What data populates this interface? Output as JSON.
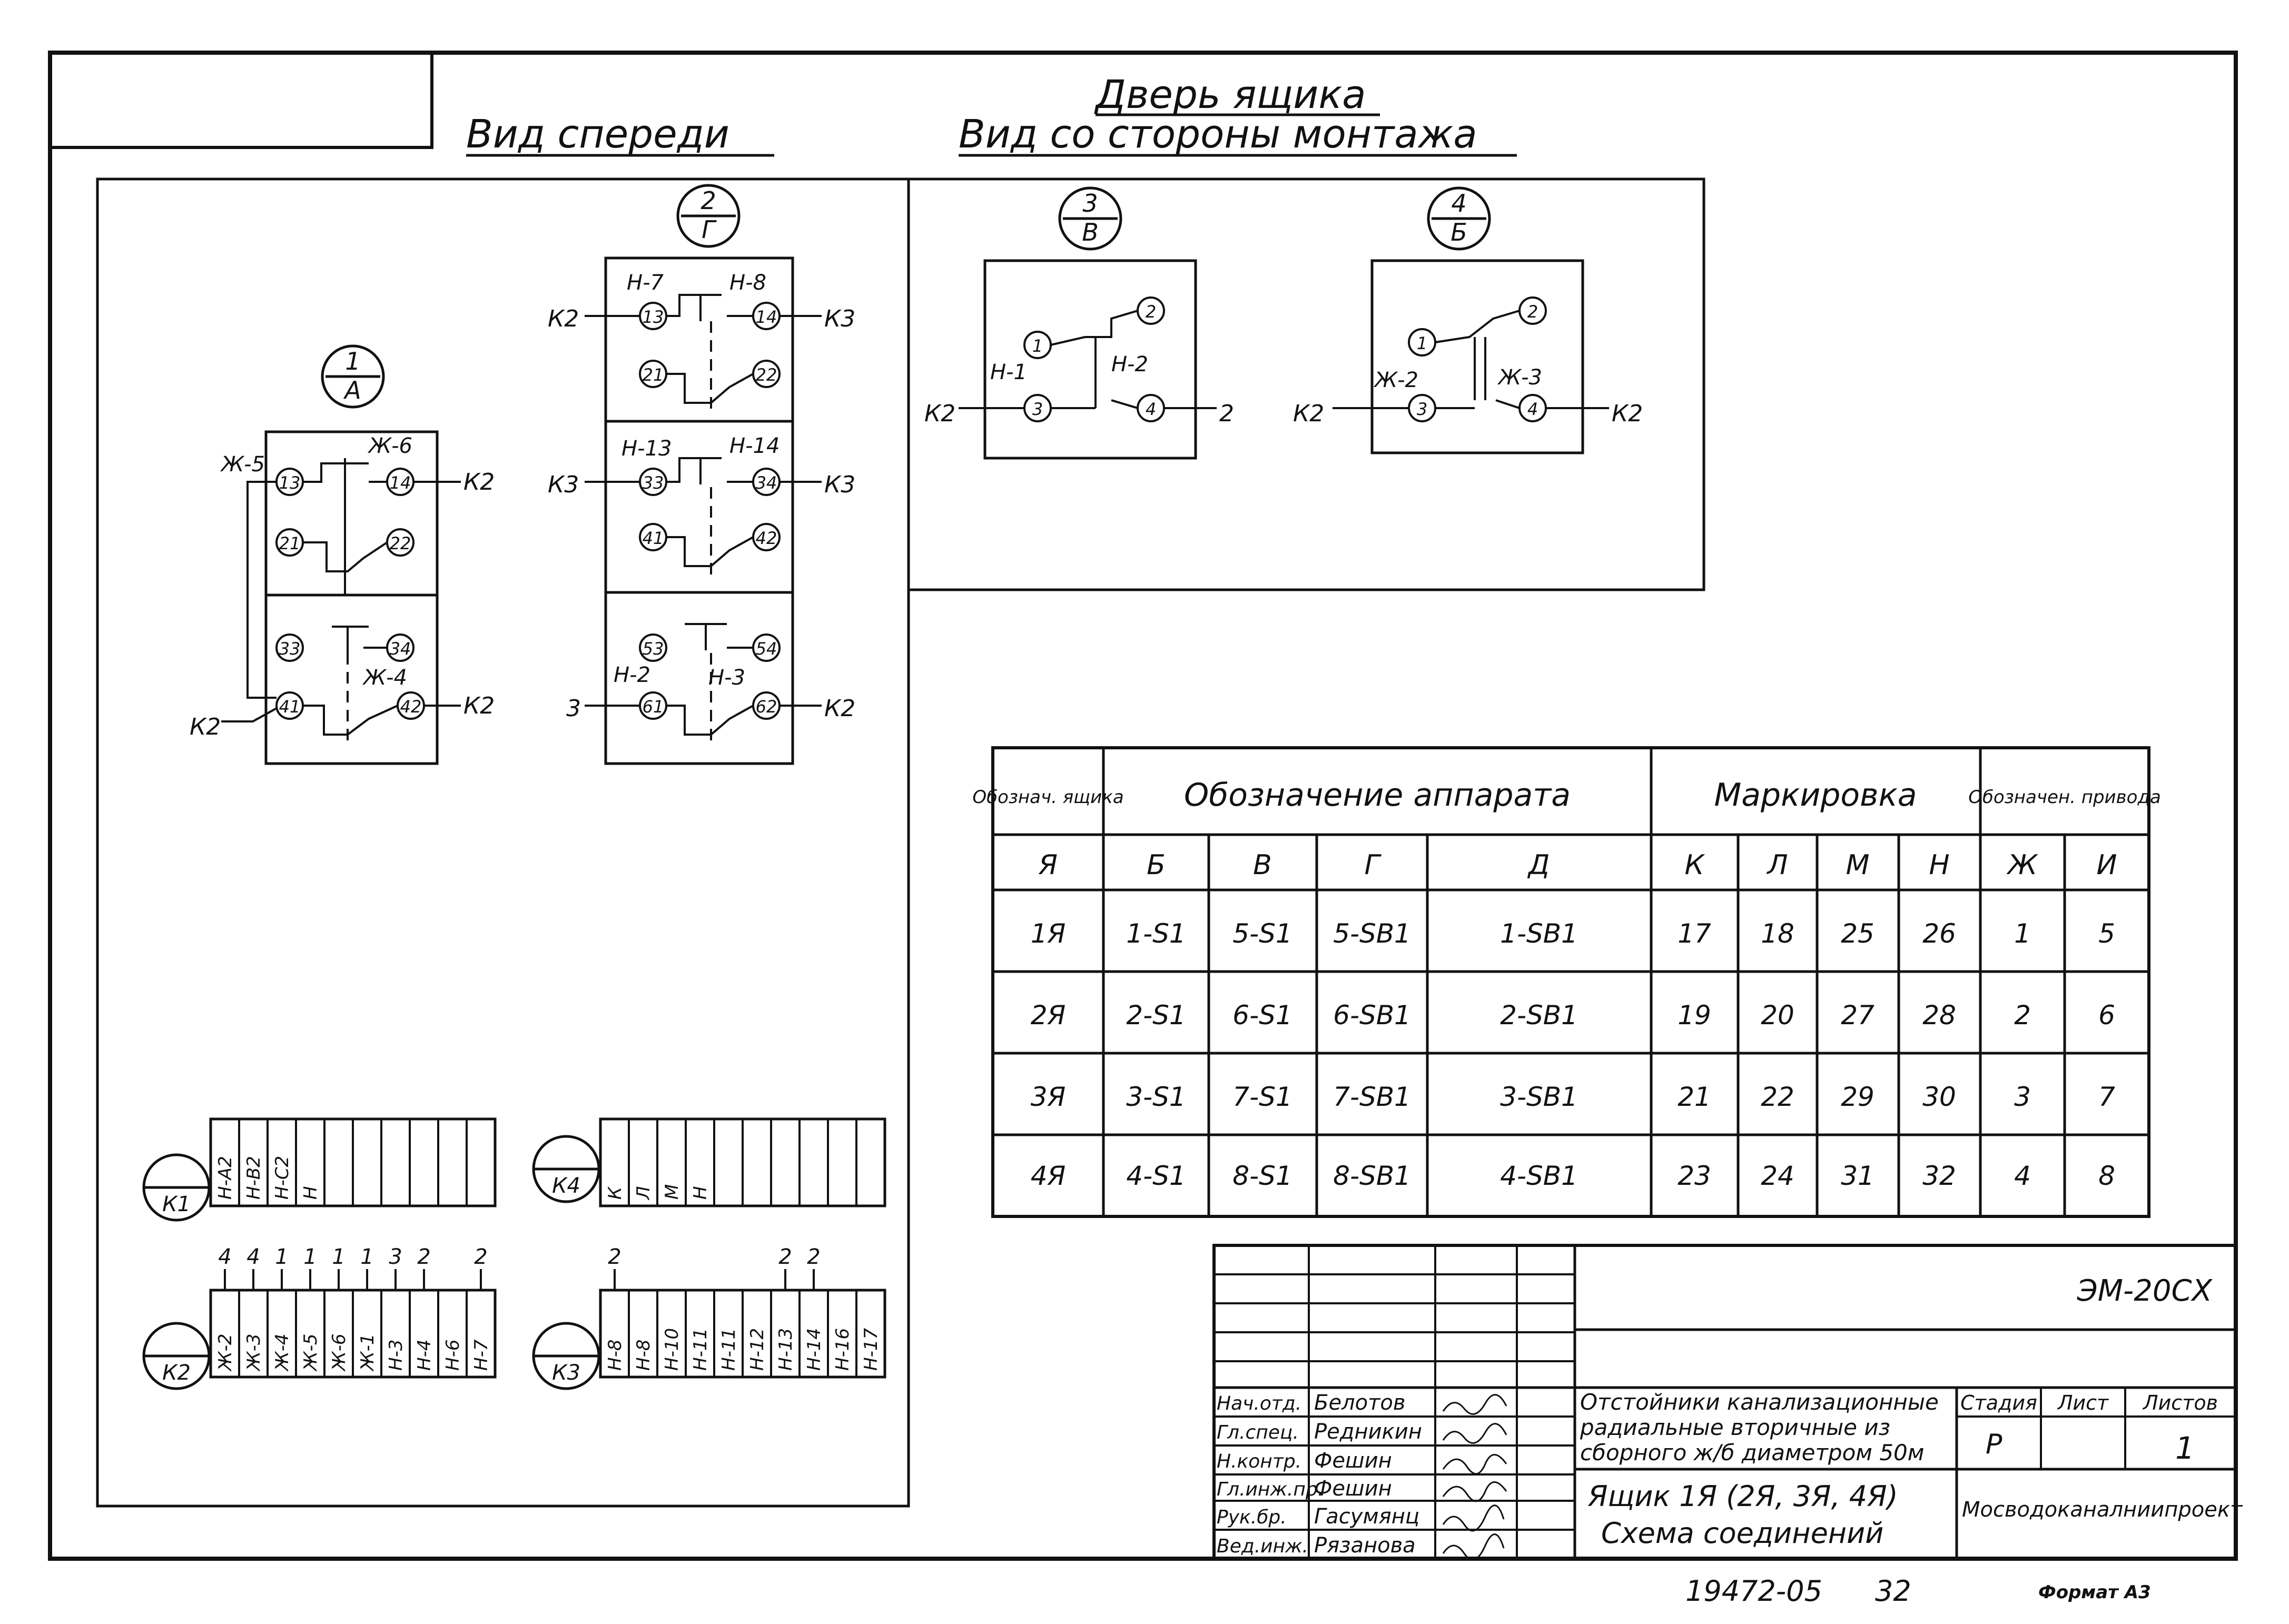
{
  "headings": {
    "front_view": "Вид спереди",
    "door": "Дверь ящика",
    "mount_view": "Вид со стороны монтажа"
  },
  "markers": [
    {
      "id": "m1",
      "top": "1",
      "bottom": "А"
    },
    {
      "id": "m2",
      "top": "2",
      "bottom": "Г"
    },
    {
      "id": "m3",
      "top": "3",
      "bottom": "В"
    },
    {
      "id": "m4",
      "top": "4",
      "bottom": "Б"
    }
  ],
  "switch1": {
    "upper": {
      "wire_left": "Ж-5",
      "wire_right": "Ж-6",
      "c1": "13",
      "c2": "14",
      "c3": "21",
      "c4": "22",
      "out_right": "К2"
    },
    "lower": {
      "c1": "33",
      "c2": "34",
      "c3": "41",
      "c4": "42",
      "wire": "Ж-4",
      "out_left": "К2",
      "out_right": "К2"
    }
  },
  "switch2": {
    "block1": {
      "wire_left": "Н-7",
      "wire_right": "Н-8",
      "c1": "13",
      "c2": "14",
      "c3": "21",
      "c4": "22",
      "out_left": "К2",
      "out_right": "К3"
    },
    "block2": {
      "wire_left": "Н-13",
      "wire_right": "Н-14",
      "c1": "33",
      "c2": "34",
      "c3": "41",
      "c4": "42",
      "out_left": "К3",
      "out_right": "К3"
    },
    "block3": {
      "wire_left": "Н-2",
      "wire_right": "Н-3",
      "c1": "53",
      "c2": "54",
      "c3": "61",
      "c4": "62",
      "out_left": "3",
      "out_right": "К2"
    }
  },
  "switch3": {
    "c1": "1",
    "c2": "2",
    "c3": "3",
    "c4": "4",
    "wire1": "Н-1",
    "wire2": "Н-2",
    "out_left": "К2",
    "out_right": "2"
  },
  "switch4": {
    "c1": "1",
    "c2": "2",
    "c3": "3",
    "c4": "4",
    "wire1": "Ж-2",
    "wire2": "Ж-3",
    "out_left": "К2",
    "out_right": "К2"
  },
  "table": {
    "group_headers": [
      "Обознач. ящика",
      "Обозначение аппарата",
      "Маркировка",
      "Обозначен. привода"
    ],
    "col_headers": [
      "Я",
      "Б",
      "В",
      "Г",
      "Д",
      "К",
      "Л",
      "М",
      "Н",
      "Ж",
      "И"
    ],
    "rows": [
      [
        "1Я",
        "1-S1",
        "5-S1",
        "5-SB1",
        "1-SB1",
        "17",
        "18",
        "25",
        "26",
        "1",
        "5"
      ],
      [
        "2Я",
        "2-S1",
        "6-S1",
        "6-SB1",
        "2-SB1",
        "19",
        "20",
        "27",
        "28",
        "2",
        "6"
      ],
      [
        "3Я",
        "3-S1",
        "7-S1",
        "7-SB1",
        "3-SB1",
        "21",
        "22",
        "29",
        "30",
        "3",
        "7"
      ],
      [
        "4Я",
        "4-S1",
        "8-S1",
        "8-SB1",
        "4-SB1",
        "23",
        "24",
        "31",
        "32",
        "4",
        "8"
      ]
    ]
  },
  "terminals": {
    "k1": {
      "label": "К1",
      "cells": [
        "Н-А2",
        "Н-В2",
        "Н-С2",
        "Н",
        "",
        "",
        "",
        "",
        "",
        ""
      ]
    },
    "k4": {
      "label": "К4",
      "cells": [
        "К",
        "Л",
        "М",
        "Н",
        "",
        "",
        "",
        "",
        "",
        ""
      ]
    },
    "k2": {
      "label": "К2",
      "cells": [
        "Ж-2",
        "Ж-3",
        "Ж-4",
        "Ж-5",
        "Ж-6",
        "Ж-1",
        "Н-3",
        "Н-4",
        "Н-6",
        "Н-7"
      ],
      "tops": [
        "4",
        "4",
        "1",
        "1",
        "1",
        "1",
        "3",
        "2",
        "",
        "2"
      ]
    },
    "k3": {
      "label": "К3",
      "cells": [
        "Н-8",
        "Н-8",
        "Н-10",
        "Н-11",
        "Н-11",
        "Н-12",
        "Н-13",
        "Н-14",
        "Н-16",
        "Н-17"
      ],
      "tops": [
        "2",
        "",
        "",
        "",
        "",
        "",
        "2",
        "2",
        "",
        ""
      ]
    }
  },
  "title_block": {
    "doc_code": "ЭМ-20СХ",
    "roles": [
      "Нач.отд.",
      "Гл.спец.",
      "Н.контр.",
      "Гл.инж.пр.",
      "Рук.бр.",
      "Вед.инж."
    ],
    "names": [
      "Белотов",
      "Редникин",
      "Фешин",
      "Фешин",
      "Гасумянц",
      "Рязанова"
    ],
    "project_title": [
      "Отстойники канализационные",
      "радиальные вторичные из",
      "сборного ж/б диаметром 50м"
    ],
    "sheet_title": [
      "Ящик 1Я (2Я, 3Я, 4Я)",
      "Схема соединений"
    ],
    "stage_label": "Стадия",
    "sheet_label": "Лист",
    "sheets_label": "Листов",
    "stage": "Р",
    "sheets": "1",
    "org": "Мосводоканалниипроект"
  },
  "footer": {
    "number": "19472-05",
    "page": "32",
    "format": "Формат А3"
  }
}
